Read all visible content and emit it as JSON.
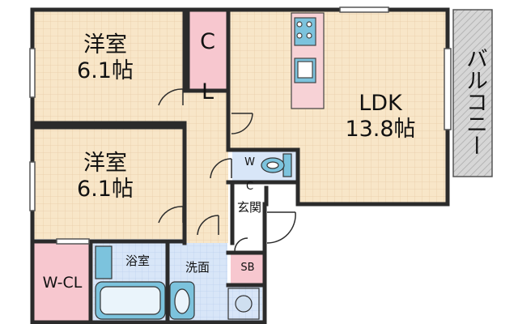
{
  "rooms": {
    "western_room_1": {
      "name": "洋室",
      "size": "6.1帖"
    },
    "western_room_2": {
      "name": "洋室",
      "size": "6.1帖"
    },
    "closet": "C L",
    "ldk": {
      "name": "LDK",
      "size": "13.8帖"
    },
    "balcony": "バルコニー",
    "wc": "W C",
    "entrance": "玄関",
    "walk_in_closet": "W-CL",
    "bathroom": "浴室",
    "washroom": "洗面",
    "shoe_box": "SB"
  },
  "colors": {
    "floor": "#F8E6C8",
    "grid": "#E8CDA8",
    "wall": "#2b2b2b",
    "closet_pink": "#F7C7CF",
    "bath_blue": "#D8E6F8",
    "fixture_blue": "#7CC3DD",
    "balcony_grey": "#C9C9C9"
  }
}
